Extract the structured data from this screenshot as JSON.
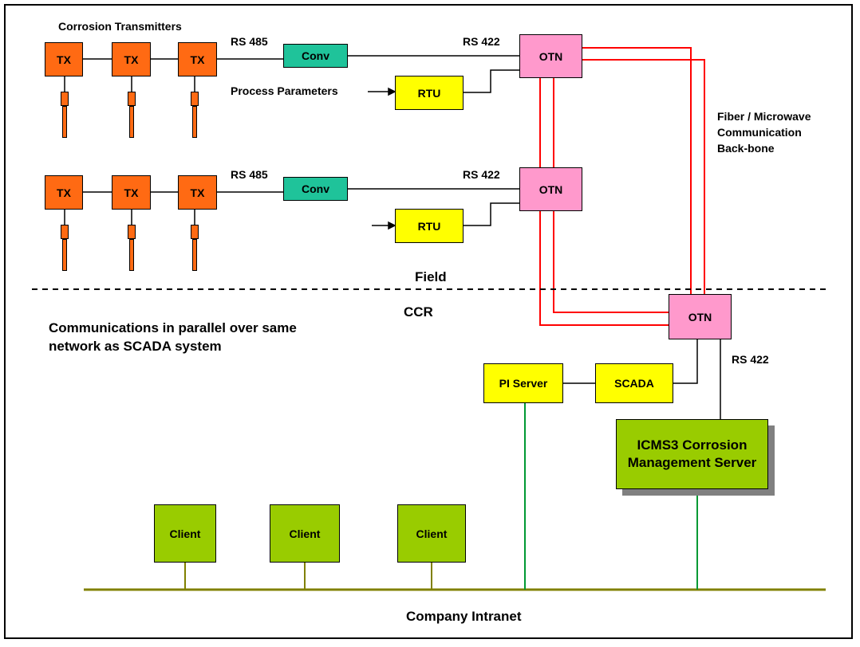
{
  "labels": {
    "corrosion_transmitters": "Corrosion Transmitters",
    "rs485": "RS 485",
    "rs422": "RS 422",
    "process_parameters": "Process Parameters",
    "backbone": "Fiber / Microwave Communication Back-bone",
    "field": "Field",
    "ccr": "CCR",
    "parallel_note": "Communications in parallel over same network as SCADA system",
    "intranet": "Company Intranet"
  },
  "boxes": {
    "tx": "TX",
    "conv": "Conv",
    "rtu": "RTU",
    "otn": "OTN",
    "pi_server": "PI Server",
    "scada": "SCADA",
    "icms": "ICMS3 Corrosion Management Server",
    "client": "Client"
  },
  "colors": {
    "transmitter": "#ff6a13",
    "converter": "#1fc39a",
    "rtu": "#ffff00",
    "otn": "#ff99cc",
    "server": "#99cc00",
    "backbone": "#ff0000",
    "intranet_line": "#808000",
    "server_link": "#009933"
  }
}
